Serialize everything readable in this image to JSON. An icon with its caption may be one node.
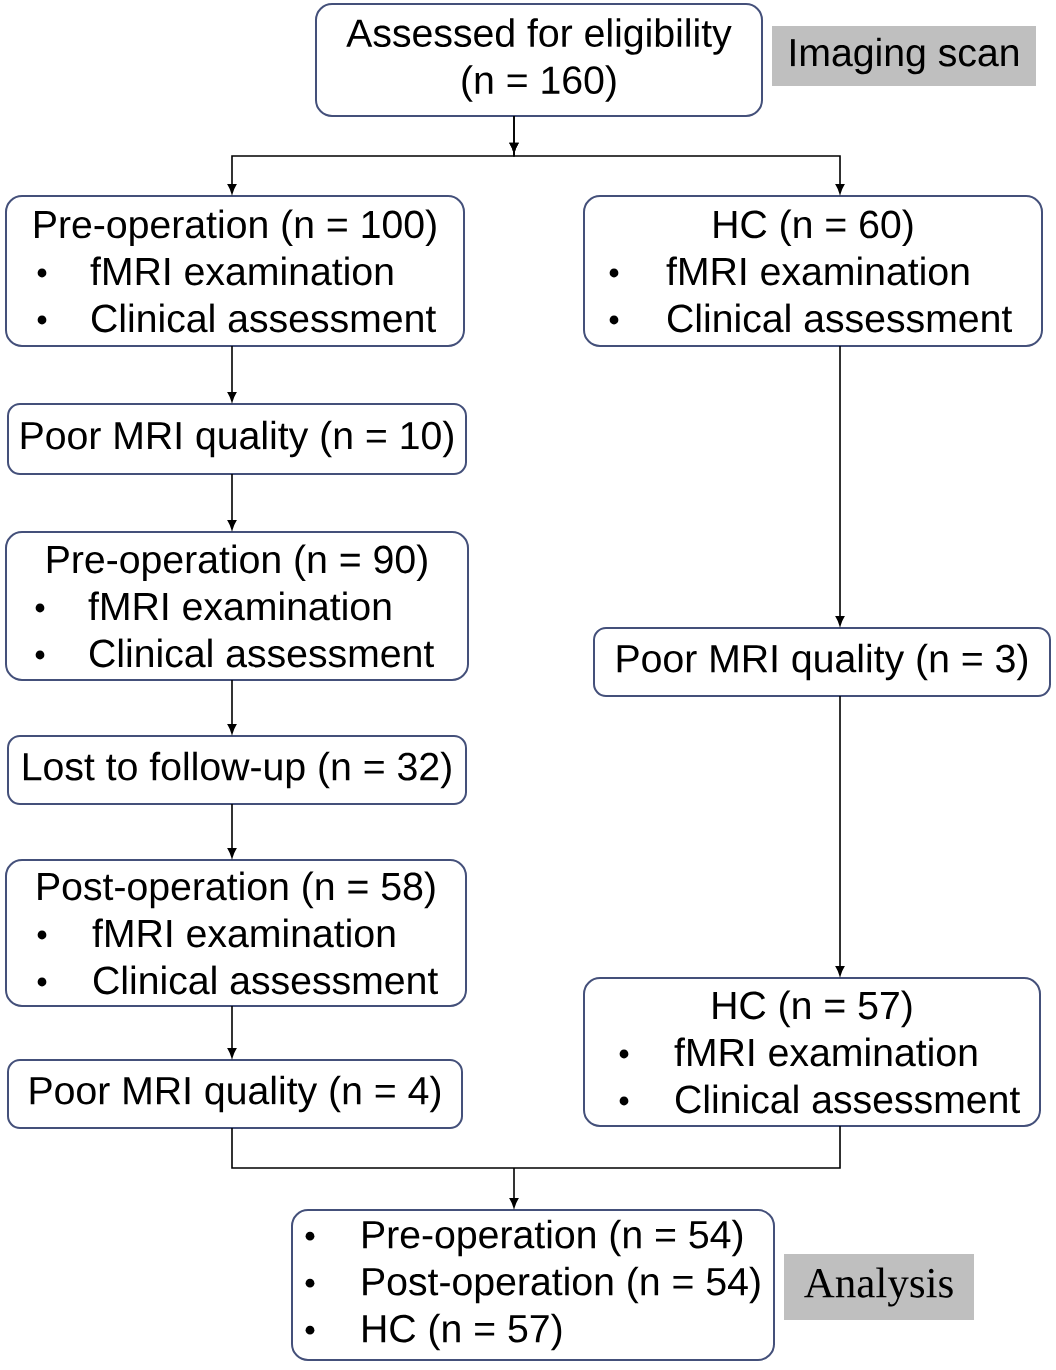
{
  "diagram": {
    "nodes": [
      {
        "text": [
          "Assessed for eligibility (n = 160)"
        ]
      },
      {
        "text": [
          "Imaging scan"
        ]
      },
      {
        "text": [
          "Pre-operation (n = 100)",
          "fMRI examination",
          "Clinical assessment"
        ]
      },
      {
        "text": [
          "HC (n = 60)",
          "fMRI examination",
          "Clinical assessment"
        ]
      },
      {
        "text": [
          "Poor MRI quality (n = 10)"
        ]
      },
      {
        "text": [
          "Pre-operation (n = 90)",
          "fMRI examination",
          "Clinical assessment"
        ]
      },
      {
        "text": [
          "Poor MRI quality (n = 3)"
        ]
      },
      {
        "text": [
          "Lost to follow-up (n = 32)"
        ]
      },
      {
        "text": [
          "Post-operation (n = 58)",
          "fMRI examination",
          "Clinical assessment"
        ]
      },
      {
        "text": [
          "HC (n = 57)",
          "fMRI examination",
          "Clinical assessment"
        ]
      },
      {
        "text": [
          "Poor MRI quality (n = 4)"
        ]
      },
      {
        "text": [
          "Pre-operation (n = 54)",
          "Post-operation (n = 54)",
          "HC (n = 57)"
        ]
      },
      {
        "text": [
          "Analysis"
        ]
      }
    ],
    "edges": [
      {
        "from": 0,
        "to": 2,
        "arrow": "to"
      },
      {
        "from": 0,
        "to": 3,
        "arrow": "to"
      },
      {
        "from": 2,
        "to": 4,
        "arrow": "to"
      },
      {
        "from": 4,
        "to": 5,
        "arrow": "to"
      },
      {
        "from": 5,
        "to": 7,
        "arrow": "to"
      },
      {
        "from": 7,
        "to": 8,
        "arrow": "to"
      },
      {
        "from": 8,
        "to": 10,
        "arrow": "to"
      },
      {
        "from": 3,
        "to": 6,
        "arrow": "to"
      },
      {
        "from": 6,
        "to": 9,
        "arrow": "to"
      },
      {
        "from": 10,
        "to": 11,
        "arrow": "to"
      },
      {
        "from": 9,
        "to": 11,
        "arrow": "to"
      }
    ]
  }
}
